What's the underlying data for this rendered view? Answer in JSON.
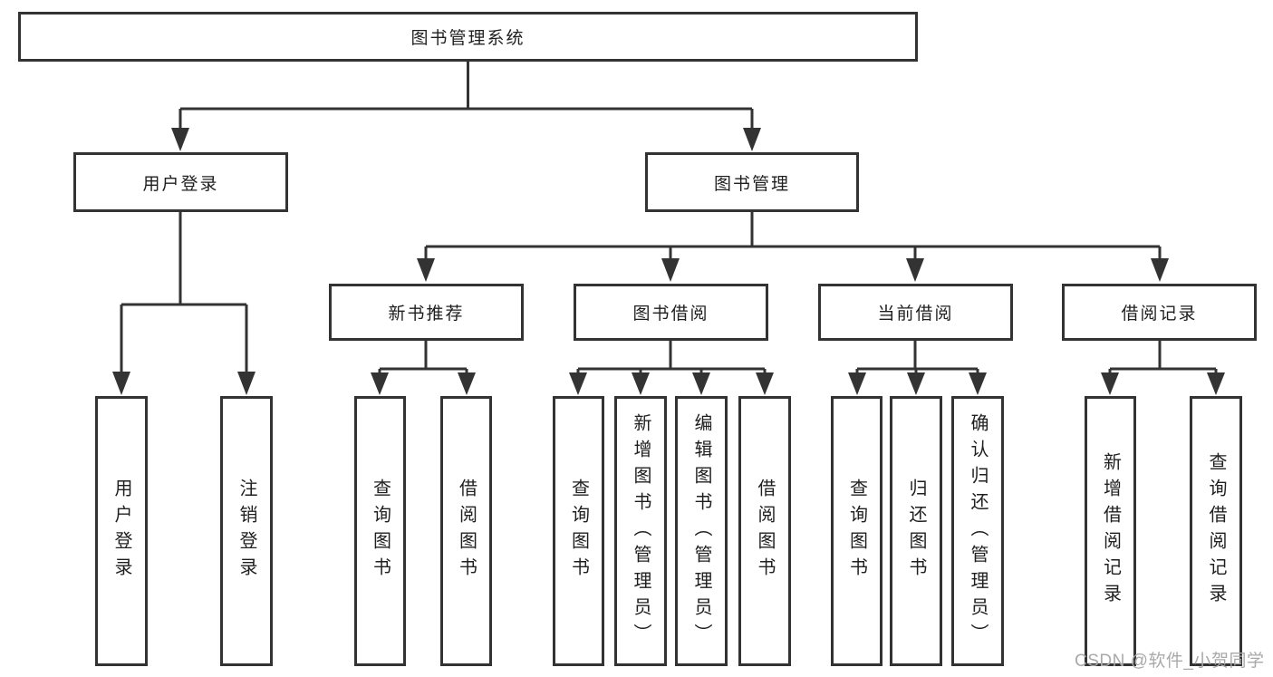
{
  "colors": {
    "line": "#333333",
    "text": "#1f1f1f",
    "watermark": "#a9a9a9",
    "background": "#ffffff"
  },
  "tree": {
    "label": "图书管理系统",
    "children": [
      {
        "label": "用户登录",
        "children": [
          {
            "label": "用户登录"
          },
          {
            "label": "注销登录"
          }
        ]
      },
      {
        "label": "图书管理",
        "children": [
          {
            "label": "新书推荐",
            "children": [
              {
                "label": "查询图书"
              },
              {
                "label": "借阅图书"
              }
            ]
          },
          {
            "label": "图书借阅",
            "children": [
              {
                "label": "查询图书"
              },
              {
                "label": "新增图书（管理员）"
              },
              {
                "label": "编辑图书（管理员）"
              },
              {
                "label": "借阅图书"
              }
            ]
          },
          {
            "label": "当前借阅",
            "children": [
              {
                "label": "查询图书"
              },
              {
                "label": "归还图书"
              },
              {
                "label": "确认归还（管理员）"
              }
            ]
          },
          {
            "label": "借阅记录",
            "children": [
              {
                "label": "新增借阅记录"
              },
              {
                "label": "查询借阅记录"
              }
            ]
          }
        ]
      }
    ]
  },
  "watermark": {
    "text": "CSDN @软件_小贺同学"
  }
}
